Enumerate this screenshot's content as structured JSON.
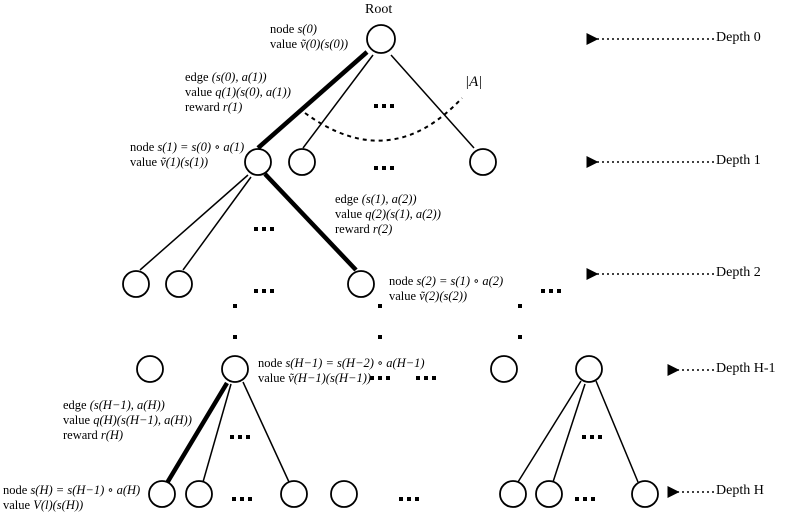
{
  "diagram": {
    "root_label": "Root",
    "branching_label": "|A|",
    "depth_labels": [
      "Depth 0",
      "Depth 1",
      "Depth 2",
      "Depth H-1",
      "Depth H"
    ],
    "annotations": {
      "root_node": {
        "node_prefix": "node ",
        "node_math": "s(0)",
        "value_prefix": "value ",
        "value_math": "ṽ(0)(s(0))"
      },
      "edge_1": {
        "edge_prefix": "edge ",
        "edge_math": "(s(0), a(1))",
        "value_prefix": "value ",
        "value_math": "q(1)(s(0), a(1))",
        "reward_prefix": "reward ",
        "reward_math": "r(1)"
      },
      "depth1_node": {
        "node_prefix": "node ",
        "node_math": "s(1) = s(0) ∘ a(1)",
        "value_prefix": "value ",
        "value_math": "ṽ(1)(s(1))"
      },
      "edge_2": {
        "edge_prefix": "edge ",
        "edge_math": "(s(1), a(2))",
        "value_prefix": "value ",
        "value_math": "q(2)(s(1), a(2))",
        "reward_prefix": "reward ",
        "reward_math": "r(2)"
      },
      "depth2_node": {
        "node_prefix": "node ",
        "node_math": "s(2) = s(1) ∘ a(2)",
        "value_prefix": "value ",
        "value_math": "ṽ(2)(s(2))"
      },
      "depthH1_node": {
        "node_prefix": "node ",
        "node_math": "s(H−1) = s(H−2) ∘ a(H−1)",
        "value_prefix": "value ",
        "value_math": "ṽ(H−1)(s(H−1))"
      },
      "edge_H": {
        "edge_prefix": "edge ",
        "edge_math": "(s(H−1), a(H))",
        "value_prefix": "value ",
        "value_math": "q(H)(s(H−1), a(H))",
        "reward_prefix": "reward ",
        "reward_math": "r(H)"
      },
      "depthH_node": {
        "node_prefix": "node ",
        "node_math": "s(H) = s(H−1) ∘ a(H)",
        "value_prefix": "value ",
        "value_math": "V(l)(s(H))"
      }
    },
    "ellipsis": "…"
  }
}
